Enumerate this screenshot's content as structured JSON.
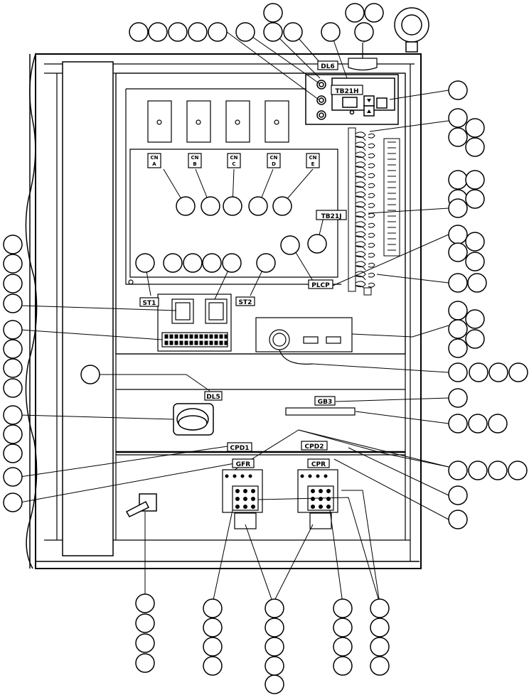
{
  "labels": {
    "dl6": "DL6",
    "tb21h": "TB21H",
    "cn_a": "CN\nA",
    "cn_b": "CN\nB",
    "cn_c": "CN\nC",
    "cn_d": "CN\nD",
    "cn_e": "CN\nE",
    "tb21j": "TB21J",
    "plcp": "PLCP",
    "st1": "ST1",
    "st2": "ST2",
    "dl5": "DL5",
    "gb3": "GB3",
    "cpd1": "CPD1",
    "cpd2": "CPD2",
    "gfr": "GFR",
    "cpr": "CPR",
    "small_o": "O"
  },
  "colors": {
    "line": "#000000",
    "fill": "#ffffff",
    "panel_fill": "#ffffff",
    "label_fill": "#ffffff"
  }
}
